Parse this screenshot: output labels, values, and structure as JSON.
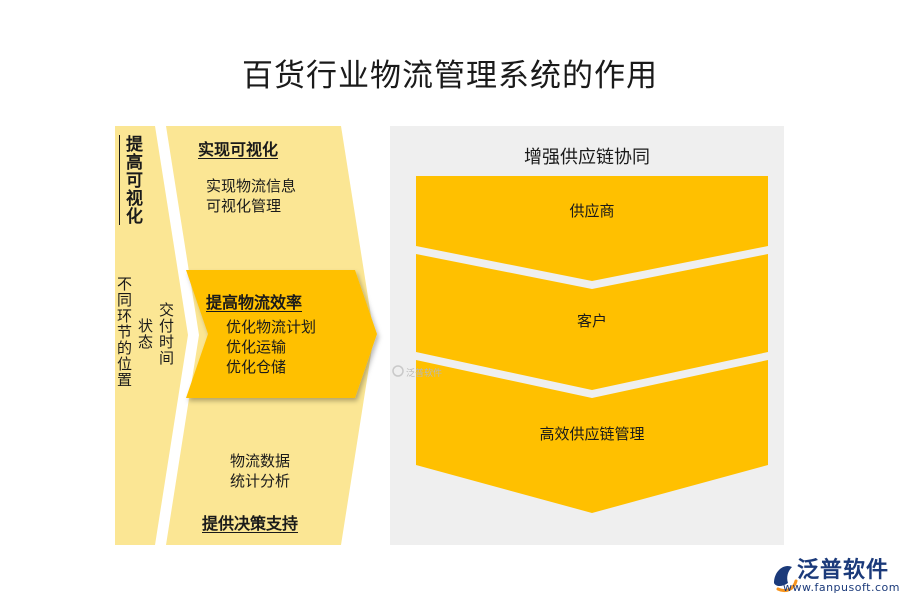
{
  "title": "百货行业物流管理系统的作用",
  "left_column": {
    "heading": "提高可视化",
    "col_a": "不同环节的位置",
    "col_b": "状态",
    "col_c": "交付时间"
  },
  "middle": {
    "top_heading": "实现可视化",
    "top_line1": "实现物流信息",
    "top_line2": "可视化管理",
    "center_heading": "提高物流效率",
    "center_line1": "优化物流计划",
    "center_line2": "优化运输",
    "center_line3": "优化仓储",
    "bottom_line1": "物流数据",
    "bottom_line2": "统计分析",
    "bottom_heading": "提供决策支持"
  },
  "right_panel": {
    "heading": "增强供应链协同",
    "items": [
      "供应商",
      "客户",
      "高效供应链管理"
    ]
  },
  "watermark": "泛普软件",
  "logo": {
    "name": "泛普软件",
    "url": "www.fanpusoft.com"
  },
  "colors": {
    "light_yellow": "#fbe694",
    "gold": "#ffc000",
    "panel_gray": "#efefef"
  }
}
